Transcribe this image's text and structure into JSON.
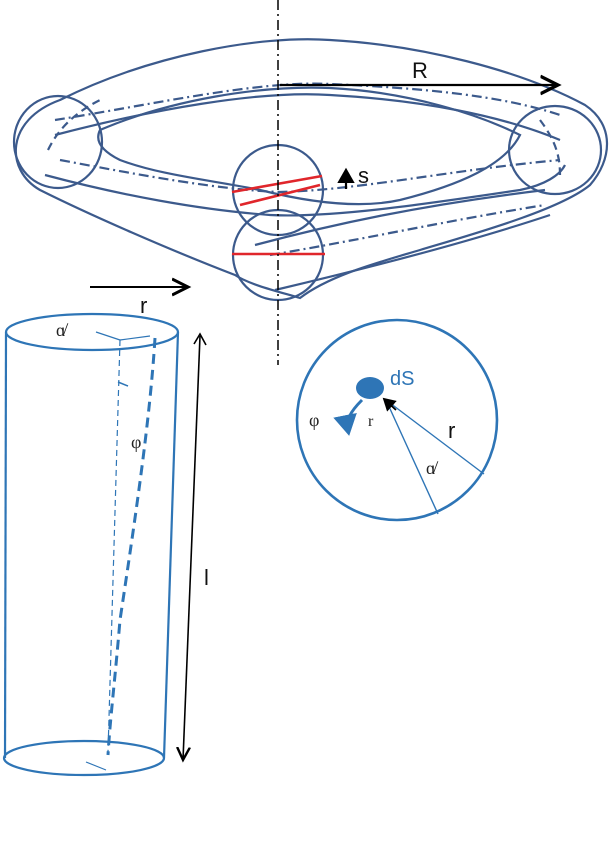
{
  "labels": {
    "big_radius": "R",
    "small_radius": "r",
    "shift": "s",
    "length": "l",
    "angle_alpha": "ɑ̸",
    "angle_phi": "φ",
    "area_element": "dS",
    "phi_small": "φ",
    "r_small": "r",
    "r_circle": "r",
    "alpha_circle": "ɑ̸"
  },
  "colors": {
    "torus_stroke": "#3c5a8c",
    "cylinder_stroke": "#2e75b6",
    "highlight": "#e0262b",
    "arrow": "#000000"
  }
}
